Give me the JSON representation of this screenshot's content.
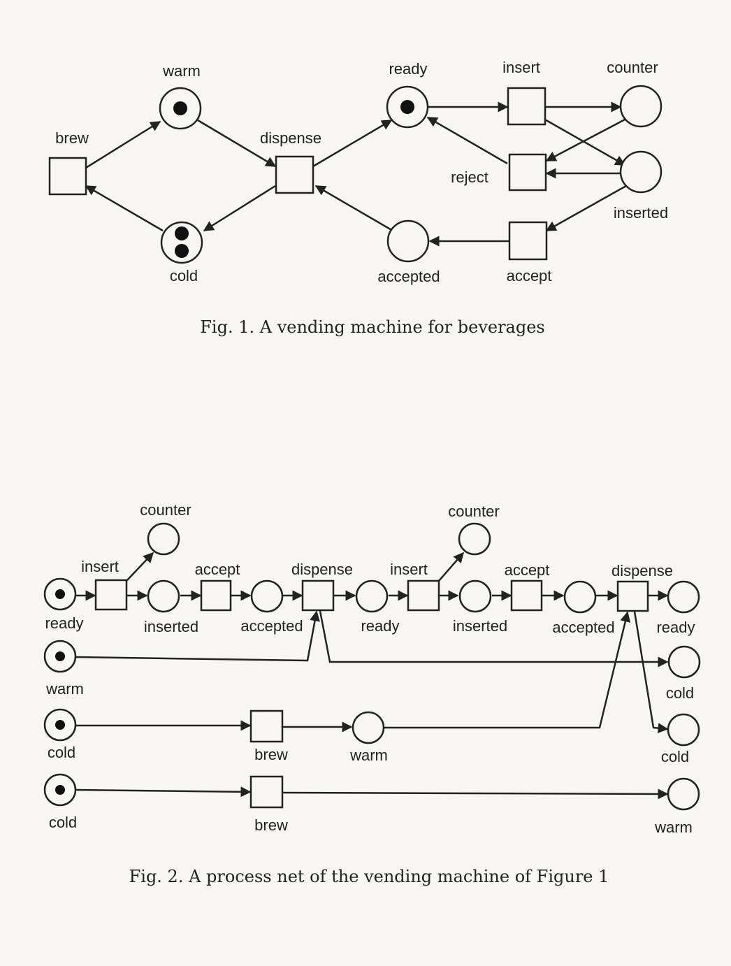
{
  "fig1": {
    "caption": "Fig. 1. A vending machine for beverages",
    "labels": {
      "warm": "warm",
      "ready": "ready",
      "insert": "insert",
      "counter": "counter",
      "brew": "brew",
      "dispense": "dispense",
      "reject": "reject",
      "inserted": "inserted",
      "cold": "cold",
      "accepted": "accepted",
      "accept": "accept"
    },
    "tokens": {
      "warm": 1,
      "ready": 1,
      "cold": 2,
      "counter": 0,
      "inserted": 0,
      "accepted": 0
    }
  },
  "fig2": {
    "caption": "Fig. 2. A process net of the vending machine of Figure 1",
    "labels": {
      "counter1": "counter",
      "counter2": "counter",
      "insert1": "insert",
      "insert2": "insert",
      "accept1": "accept",
      "accept2": "accept",
      "dispense1": "dispense",
      "dispense2": "dispense",
      "ready1": "ready",
      "ready2": "ready",
      "ready3": "ready",
      "inserted1": "inserted",
      "inserted2": "inserted",
      "accepted1": "accepted",
      "accepted2": "accepted",
      "warm1": "warm",
      "warm2": "warm",
      "warm3": "warm",
      "cold1": "cold",
      "cold2": "cold",
      "cold3": "cold",
      "cold4": "cold",
      "brew1": "brew",
      "brew2": "brew"
    }
  }
}
